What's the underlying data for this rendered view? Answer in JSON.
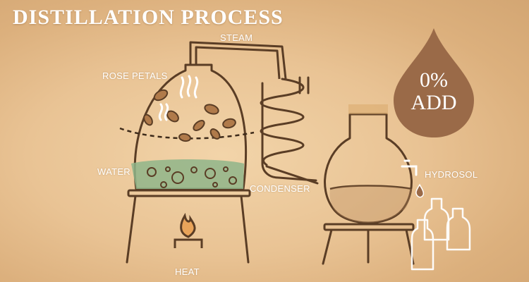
{
  "title": "DISTILLATION PROCESS",
  "labels": {
    "steam": "STEAM",
    "rose_petals": "ROSE PETALS",
    "water": "WATER",
    "condenser": "CONDENSER",
    "hydrosol": "HYDROSOL",
    "heat": "HEAT"
  },
  "badge": {
    "line1": "0%",
    "line2": "ADD"
  },
  "colors": {
    "outline": "#5a3d25",
    "petal": "#b07a4a",
    "water": "#8fb58a",
    "drop": "#9a6a48",
    "text": "#ffffff"
  },
  "icons": [
    "steam-wisps-icon",
    "flame-icon",
    "water-drop-icon",
    "bottle-icon"
  ]
}
